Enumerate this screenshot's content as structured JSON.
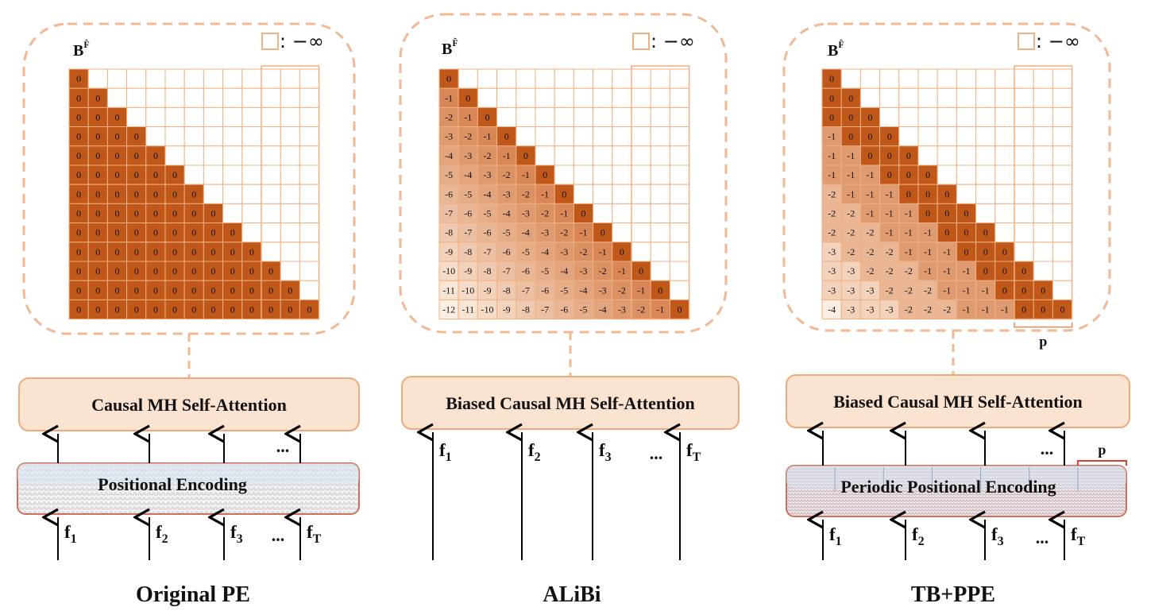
{
  "panels": [
    {
      "id": "original-pe",
      "matrix_label": "B",
      "matrix_label_sup": "F̂",
      "legend_text": ": −∞",
      "attention_label": "Causal MH Self-Attention",
      "encoding_label": "Positional Encoding",
      "inputs": [
        {
          "base": "f",
          "sub": "1"
        },
        {
          "base": "f",
          "sub": "2"
        },
        {
          "base": "f",
          "sub": "3"
        },
        {
          "base": "f",
          "sub": "T"
        }
      ],
      "ellipsis_top": "...",
      "ellipsis_bottom": "...",
      "title": "Original PE",
      "matrix": [
        [
          0
        ],
        [
          0,
          0
        ],
        [
          0,
          0,
          0
        ],
        [
          0,
          0,
          0,
          0
        ],
        [
          0,
          0,
          0,
          0,
          0
        ],
        [
          0,
          0,
          0,
          0,
          0,
          0
        ],
        [
          0,
          0,
          0,
          0,
          0,
          0,
          0
        ],
        [
          0,
          0,
          0,
          0,
          0,
          0,
          0,
          0
        ],
        [
          0,
          0,
          0,
          0,
          0,
          0,
          0,
          0,
          0
        ],
        [
          0,
          0,
          0,
          0,
          0,
          0,
          0,
          0,
          0,
          0
        ],
        [
          0,
          0,
          0,
          0,
          0,
          0,
          0,
          0,
          0,
          0,
          0
        ],
        [
          0,
          0,
          0,
          0,
          0,
          0,
          0,
          0,
          0,
          0,
          0,
          0
        ],
        [
          0,
          0,
          0,
          0,
          0,
          0,
          0,
          0,
          0,
          0,
          0,
          0,
          0
        ]
      ]
    },
    {
      "id": "alibi",
      "matrix_label": "B",
      "matrix_label_sup": "F̂",
      "legend_text": ": −∞",
      "attention_label": "Biased Causal MH Self-Attention",
      "encoding_label": "",
      "inputs": [
        {
          "base": "f",
          "sub": "1"
        },
        {
          "base": "f",
          "sub": "2"
        },
        {
          "base": "f",
          "sub": "3"
        },
        {
          "base": "f",
          "sub": "T"
        }
      ],
      "ellipsis_top": "",
      "ellipsis_bottom": "...",
      "title": "ALiBi",
      "matrix": [
        [
          0
        ],
        [
          -1,
          0
        ],
        [
          -2,
          -1,
          0
        ],
        [
          -3,
          -2,
          -1,
          0
        ],
        [
          -4,
          -3,
          -2,
          -1,
          0
        ],
        [
          -5,
          -4,
          -3,
          -2,
          -1,
          0
        ],
        [
          -6,
          -5,
          -4,
          -3,
          -2,
          -1,
          0
        ],
        [
          -7,
          -6,
          -5,
          -4,
          -3,
          -2,
          -1,
          0
        ],
        [
          -8,
          -7,
          -6,
          -5,
          -4,
          -3,
          -2,
          -1,
          0
        ],
        [
          -9,
          -8,
          -7,
          -6,
          -5,
          -4,
          -3,
          -2,
          -1,
          0
        ],
        [
          -10,
          -9,
          -8,
          -7,
          -6,
          -5,
          -4,
          -3,
          -2,
          -1,
          0
        ],
        [
          -11,
          -10,
          -9,
          -8,
          -7,
          -6,
          -5,
          -4,
          -3,
          -2,
          -1,
          0
        ],
        [
          -12,
          -11,
          -10,
          -9,
          -8,
          -7,
          -6,
          -5,
          -4,
          -3,
          -2,
          -1,
          0
        ]
      ]
    },
    {
      "id": "tb-ppe",
      "matrix_label": "B",
      "matrix_label_sup": "F̂",
      "legend_text": ": −∞",
      "attention_label": "Biased Causal MH Self-Attention",
      "encoding_label": "Periodic Positional Encoding",
      "inputs": [
        {
          "base": "f",
          "sub": "1"
        },
        {
          "base": "f",
          "sub": "2"
        },
        {
          "base": "f",
          "sub": "3"
        },
        {
          "base": "f",
          "sub": "T"
        }
      ],
      "ellipsis_top": "...",
      "ellipsis_bottom": "...",
      "period_label": "p",
      "period_label_matrix": "p",
      "title": "TB+PPE",
      "matrix": [
        [
          0
        ],
        [
          0,
          0
        ],
        [
          0,
          0,
          0
        ],
        [
          -1,
          0,
          0,
          0
        ],
        [
          -1,
          -1,
          0,
          0,
          0
        ],
        [
          -1,
          -1,
          -1,
          0,
          0,
          0
        ],
        [
          -2,
          -1,
          -1,
          -1,
          0,
          0,
          0
        ],
        [
          -2,
          -2,
          -1,
          -1,
          -1,
          0,
          0,
          0
        ],
        [
          -2,
          -2,
          -2,
          -1,
          -1,
          -1,
          0,
          0,
          0
        ],
        [
          -3,
          -2,
          -2,
          -2,
          -1,
          -1,
          -1,
          0,
          0,
          0
        ],
        [
          -3,
          -3,
          -2,
          -2,
          -2,
          -1,
          -1,
          -1,
          0,
          0,
          0
        ],
        [
          -3,
          -3,
          -3,
          -2,
          -2,
          -2,
          -1,
          -1,
          -1,
          0,
          0,
          0
        ],
        [
          -4,
          -3,
          -3,
          -3,
          -2,
          -2,
          -2,
          -1,
          -1,
          -1,
          0,
          0,
          0
        ]
      ]
    }
  ],
  "colors": {
    "cell_zero": "#c0581a",
    "cell_border": "#f0b080",
    "dashed_border": "#f2b892",
    "attn_fill": "#fbe3d2",
    "attn_border": "#eeaa7c",
    "pe_border": "#d06f5c",
    "bracket": "#e0402a"
  }
}
